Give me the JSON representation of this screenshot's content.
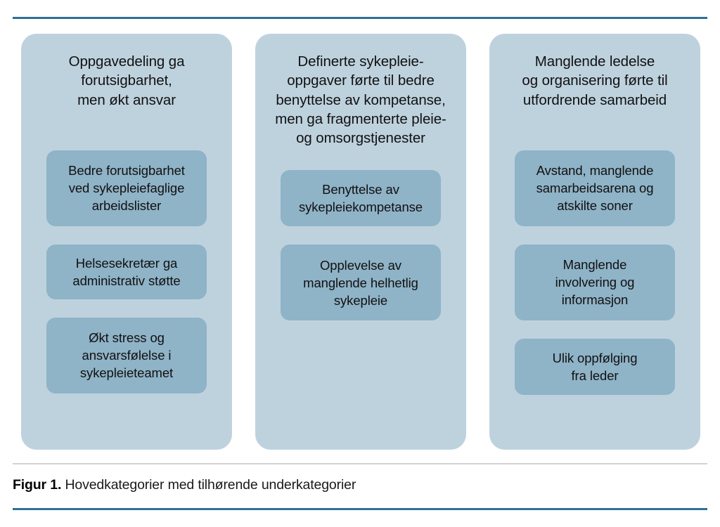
{
  "figure": {
    "colors": {
      "rule_blue": "#2E7196",
      "rule_gray": "#d2d2d2",
      "column_background": "#bed2de",
      "subitem_background": "#8fb3c7",
      "text": "#111111",
      "page_background": "#ffffff"
    },
    "columns": [
      {
        "title": "Oppgavedeling ga\nforutsigbarhet,\nmen økt ansvar",
        "subitems": [
          "Bedre forutsigbarhet\nved sykepleiefaglige\narbeidslister",
          "Helsesekretær ga\nadministrativ støtte",
          "Økt stress og\nansvarsfølelse i\nsykepleieteamet"
        ]
      },
      {
        "title": "Definerte sykepleie-\noppgaver førte til bedre\nbenyttelse av kompetanse,\nmen ga fragmenterte pleie-\nog omsorgstjenester",
        "subitems": [
          "Benyttelse av\nsykepleiekompetanse",
          "Opplevelse av\nmanglende helhetlig\nsykepleie"
        ]
      },
      {
        "title": "Manglende ledelse\nog organisering førte til\nutfordrende samarbeid",
        "subitems": [
          "Avstand, manglende\nsamarbeidsarena og\natskilte soner",
          "Manglende\ninvolvering og\ninformasjon",
          "Ulik oppfølging\nfra leder"
        ]
      }
    ],
    "caption": {
      "label": "Figur 1.",
      "text": " Hovedkategorier med tilhørende underkategorier"
    }
  }
}
